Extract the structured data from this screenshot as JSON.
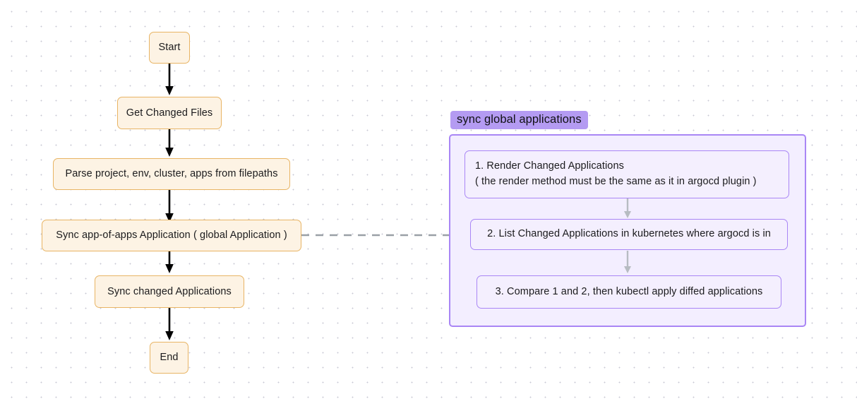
{
  "diagram": {
    "type": "flowchart",
    "orientation": "top-down",
    "background": "#ffffff",
    "grid": "dot-grid",
    "colors": {
      "node_fill": "#fdf3e4",
      "node_border": "#e8b464",
      "subgraph_fill": "#f3eeff",
      "subgraph_border": "#a986f5",
      "subgraph_title_fill": "#b49bf2",
      "subnode_fill": "#f4effe",
      "subnode_border": "#a986f5",
      "edge_solid": "#000000",
      "edge_dashed": "#9aa0a6",
      "edge_subgraph": "#b7bcc2"
    }
  },
  "main_flow": {
    "nodes": [
      {
        "id": "start",
        "label": "Start"
      },
      {
        "id": "get_files",
        "label": "Get Changed Files"
      },
      {
        "id": "parse",
        "label": "Parse project, env, cluster, apps from filepaths"
      },
      {
        "id": "sync_global",
        "label": "Sync app-of-apps Application ( global Application )"
      },
      {
        "id": "sync_changed",
        "label": "Sync changed Applications"
      },
      {
        "id": "end",
        "label": "End"
      }
    ],
    "edges": [
      {
        "from": "start",
        "to": "get_files",
        "style": "solid",
        "arrow": true
      },
      {
        "from": "get_files",
        "to": "parse",
        "style": "solid",
        "arrow": true
      },
      {
        "from": "parse",
        "to": "sync_global",
        "style": "solid",
        "arrow": true
      },
      {
        "from": "sync_global",
        "to": "sync_changed",
        "style": "solid",
        "arrow": true
      },
      {
        "from": "sync_changed",
        "to": "end",
        "style": "solid",
        "arrow": true
      },
      {
        "from": "sync_global",
        "to": "subgraph",
        "style": "dashed",
        "arrow": false
      }
    ]
  },
  "subgraph": {
    "title": "sync global applications",
    "nodes": [
      {
        "id": "step1",
        "line1": "1. Render Changed Applications",
        "line2": "( the render method must be the same as it in argocd plugin )"
      },
      {
        "id": "step2",
        "line1": "2. List Changed Applications in kubernetes where argocd is in"
      },
      {
        "id": "step3",
        "line1": "3. Compare 1 and 2, then kubectl apply diffed applications"
      }
    ],
    "edges": [
      {
        "from": "step1",
        "to": "step2",
        "style": "solid",
        "arrow": true,
        "color": "#b7bcc2"
      },
      {
        "from": "step2",
        "to": "step3",
        "style": "solid",
        "arrow": true,
        "color": "#b7bcc2"
      }
    ]
  }
}
